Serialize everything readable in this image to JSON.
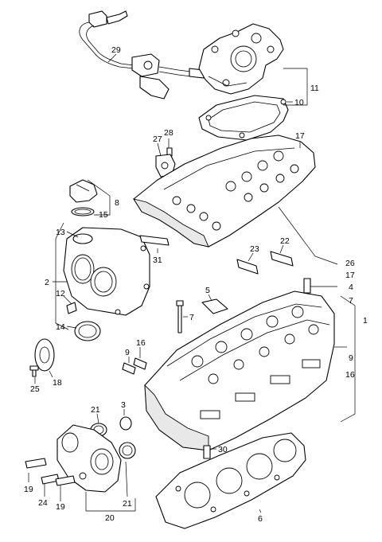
{
  "callouts": [
    {
      "id": "c29",
      "text": "29"
    },
    {
      "id": "c11",
      "text": "11"
    },
    {
      "id": "c10",
      "text": "10"
    },
    {
      "id": "c28",
      "text": "28"
    },
    {
      "id": "c27",
      "text": "27"
    },
    {
      "id": "c17a",
      "text": "17"
    },
    {
      "id": "c8",
      "text": "8"
    },
    {
      "id": "c15",
      "text": "15"
    },
    {
      "id": "c13",
      "text": "13"
    },
    {
      "id": "c31",
      "text": "31"
    },
    {
      "id": "c23",
      "text": "23"
    },
    {
      "id": "c22",
      "text": "22"
    },
    {
      "id": "c26",
      "text": "26"
    },
    {
      "id": "c17b",
      "text": "17"
    },
    {
      "id": "c4",
      "text": "4"
    },
    {
      "id": "c7a",
      "text": "7"
    },
    {
      "id": "c2",
      "text": "2"
    },
    {
      "id": "c12",
      "text": "12"
    },
    {
      "id": "c5",
      "text": "5"
    },
    {
      "id": "c7b",
      "text": "7"
    },
    {
      "id": "c1",
      "text": "1"
    },
    {
      "id": "c14",
      "text": "14"
    },
    {
      "id": "c9a",
      "text": "9"
    },
    {
      "id": "c16a",
      "text": "16"
    },
    {
      "id": "c9b",
      "text": "9"
    },
    {
      "id": "c16b",
      "text": "16"
    },
    {
      "id": "c18",
      "text": "18"
    },
    {
      "id": "c25",
      "text": "25"
    },
    {
      "id": "c3",
      "text": "3"
    },
    {
      "id": "c21a",
      "text": "21"
    },
    {
      "id": "c30",
      "text": "30"
    },
    {
      "id": "c19a",
      "text": "19"
    },
    {
      "id": "c24",
      "text": "24"
    },
    {
      "id": "c19b",
      "text": "19"
    },
    {
      "id": "c21b",
      "text": "21"
    },
    {
      "id": "c6",
      "text": "6"
    },
    {
      "id": "c20",
      "text": "20"
    }
  ]
}
